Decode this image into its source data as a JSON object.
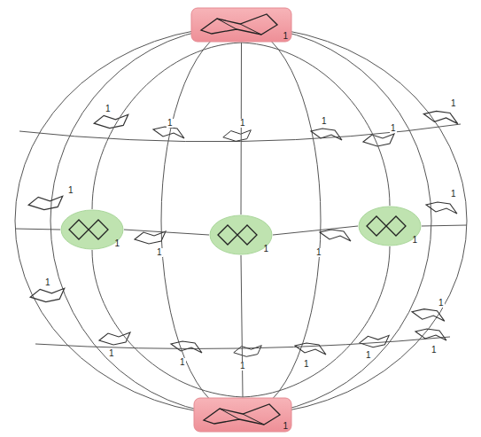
{
  "diagram": {
    "nodes": [
      {
        "text": [
          "1"
        ]
      },
      {
        "text": [
          "1"
        ]
      },
      {
        "text": [
          "1"
        ]
      },
      {
        "text": [
          "1"
        ]
      },
      {
        "text": [
          "1"
        ]
      }
    ],
    "edges": [
      {
        "from": 0,
        "to": 1,
        "arrow": "none"
      },
      {
        "from": 0,
        "to": 2,
        "arrow": "none"
      },
      {
        "from": 0,
        "to": 3,
        "arrow": "none"
      },
      {
        "from": 1,
        "to": 2,
        "arrow": "none"
      },
      {
        "from": 2,
        "to": 3,
        "arrow": "none"
      },
      {
        "from": 1,
        "to": 4,
        "arrow": "none"
      },
      {
        "from": 2,
        "to": 4,
        "arrow": "none"
      },
      {
        "from": 3,
        "to": 4,
        "arrow": "none"
      }
    ],
    "labels": [
      "1",
      "1",
      "1",
      "1",
      "1",
      "1",
      "1",
      "1",
      "1",
      "1",
      "1",
      "1",
      "1",
      "1",
      "1",
      "1",
      "1",
      "1"
    ]
  }
}
